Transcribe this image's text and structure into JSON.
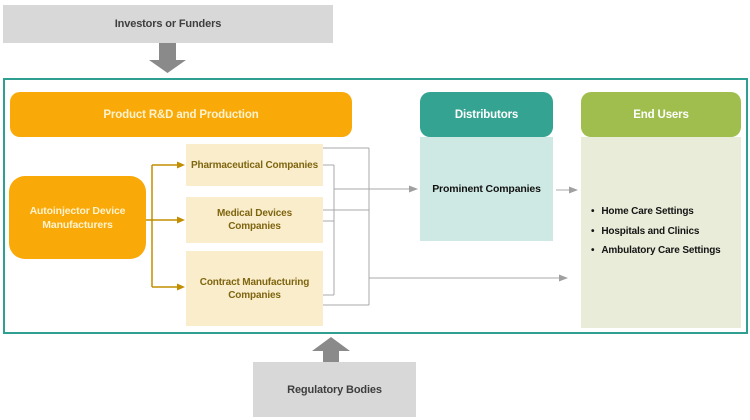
{
  "colors": {
    "orange": "#F9A908",
    "cream_box": "#FAEDCB",
    "gold_text": "#7E6510",
    "gold_connector": "#C28E00",
    "teal_header": "#35A392",
    "teal_light": "#CEE9E3",
    "green_header": "#9FBE4D",
    "green_light": "#E9ECD9",
    "gray_box": "#D8D8D8",
    "gray_arrow": "#8A8A8A",
    "connector_gray": "#A8A8A8",
    "container_border_teal": "#2E9F90"
  },
  "icons": {
    "bullet": "•"
  },
  "investors": {
    "label": "Investors or Funders"
  },
  "regulatory": {
    "label": "Regulatory Bodies"
  },
  "production": {
    "header": "Product R&D and Production",
    "manufacturer": "Autoinjector Device Manufacturers",
    "companies": [
      "Pharmaceutical Companies",
      "Medical Devices Companies",
      "Contract Manufacturing Companies"
    ]
  },
  "distributors": {
    "header": "Distributors",
    "body": "Prominent Companies"
  },
  "end_users": {
    "header": "End Users",
    "items": [
      "Home Care Settings",
      "Hospitals and Clinics",
      "Ambulatory Care Settings"
    ]
  }
}
